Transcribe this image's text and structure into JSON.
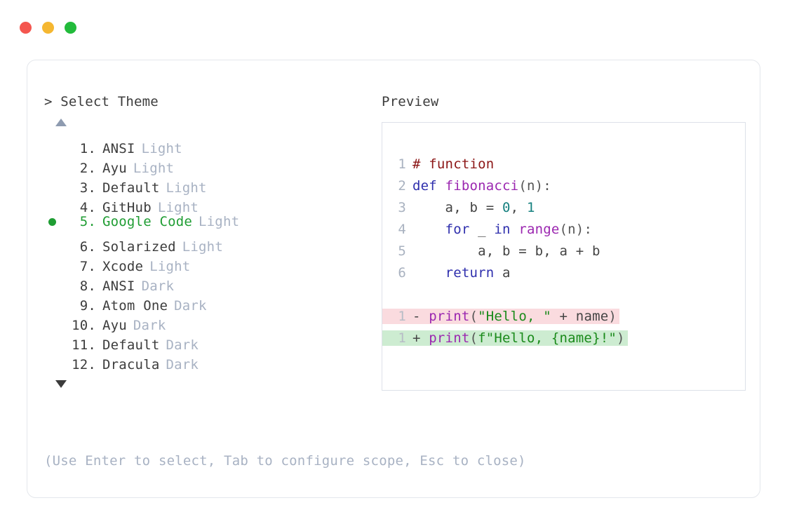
{
  "window": {
    "traffic_lights": [
      {
        "name": "close",
        "color": "#f4564f"
      },
      {
        "name": "minimize",
        "color": "#f5b731"
      },
      {
        "name": "maximize",
        "color": "#22bb3b"
      }
    ]
  },
  "selector": {
    "prompt_marker": ">",
    "prompt_title": "Select Theme",
    "scroll_up_glyph": "▲",
    "scroll_down_glyph": "▼",
    "selected_index": 5,
    "items": [
      {
        "index": "1.",
        "name": "ANSI",
        "variant": "Light",
        "selected": false
      },
      {
        "index": "2.",
        "name": "Ayu",
        "variant": "Light",
        "selected": false
      },
      {
        "index": "3.",
        "name": "Default",
        "variant": "Light",
        "selected": false
      },
      {
        "index": "4.",
        "name": "GitHub",
        "variant": "Light",
        "selected": false
      },
      {
        "index": "5.",
        "name": "Google Code",
        "variant": "Light",
        "selected": true
      },
      {
        "index": "6.",
        "name": "Solarized",
        "variant": "Light",
        "selected": false
      },
      {
        "index": "7.",
        "name": "Xcode",
        "variant": "Light",
        "selected": false
      },
      {
        "index": "8.",
        "name": "ANSI",
        "variant": "Dark",
        "selected": false
      },
      {
        "index": "9.",
        "name": "Atom One",
        "variant": "Dark",
        "selected": false
      },
      {
        "index": "10.",
        "name": "Ayu",
        "variant": "Dark",
        "selected": false
      },
      {
        "index": "11.",
        "name": "Default",
        "variant": "Dark",
        "selected": false
      },
      {
        "index": "12.",
        "name": "Dracula",
        "variant": "Dark",
        "selected": false
      }
    ],
    "hint": "(Use Enter to select, Tab to configure scope, Esc to close)"
  },
  "preview": {
    "title": "Preview",
    "code_lines": [
      {
        "number": "1",
        "tokens": [
          {
            "t": "# function",
            "c": "comment"
          }
        ]
      },
      {
        "number": "2",
        "tokens": [
          {
            "t": "def ",
            "c": "keyword"
          },
          {
            "t": "fibonacci",
            "c": "func"
          },
          {
            "t": "(n):",
            "c": "punct"
          }
        ]
      },
      {
        "number": "3",
        "tokens": [
          {
            "t": "    a, b = ",
            "c": "plain"
          },
          {
            "t": "0",
            "c": "number"
          },
          {
            "t": ", ",
            "c": "plain"
          },
          {
            "t": "1",
            "c": "number"
          }
        ]
      },
      {
        "number": "4",
        "tokens": [
          {
            "t": "    ",
            "c": "plain"
          },
          {
            "t": "for",
            "c": "keyword"
          },
          {
            "t": " _ ",
            "c": "plain"
          },
          {
            "t": "in",
            "c": "keyword"
          },
          {
            "t": " ",
            "c": "plain"
          },
          {
            "t": "range",
            "c": "func"
          },
          {
            "t": "(n):",
            "c": "punct"
          }
        ]
      },
      {
        "number": "5",
        "tokens": [
          {
            "t": "        a, b = b, a + b",
            "c": "plain"
          }
        ]
      },
      {
        "number": "6",
        "tokens": [
          {
            "t": "    ",
            "c": "plain"
          },
          {
            "t": "return",
            "c": "keyword"
          },
          {
            "t": " a",
            "c": "plain"
          }
        ]
      }
    ],
    "diff_lines": [
      {
        "number": "1",
        "marker": "-",
        "kind": "removed",
        "bg": "#fadbdf",
        "tokens": [
          {
            "t": "print",
            "c": "func"
          },
          {
            "t": "(",
            "c": "punct"
          },
          {
            "t": "\"Hello, \"",
            "c": "string"
          },
          {
            "t": " + name",
            "c": "plain"
          },
          {
            "t": ")",
            "c": "punct"
          }
        ]
      },
      {
        "number": "1",
        "marker": "+",
        "kind": "added",
        "bg": "#cdecd1",
        "tokens": [
          {
            "t": "print",
            "c": "func"
          },
          {
            "t": "(",
            "c": "punct"
          },
          {
            "t": "f\"Hello, {name}!\"",
            "c": "string"
          },
          {
            "t": ")",
            "c": "punct"
          }
        ]
      }
    ]
  },
  "theme_colors": {
    "accent_green": "#1f9d33",
    "muted": "#a8b2c3",
    "text": "#3c3c3c",
    "card_border": "#e4e7ec",
    "preview_border": "#dde1e9",
    "line_number": "#a9b2c0",
    "syntax_comment": "#8c1616",
    "syntax_keyword": "#2f2fad",
    "syntax_function": "#9b27b0",
    "syntax_number": "#15807f",
    "syntax_string": "#1a8a1a",
    "diff_removed_bg": "#fadbdf",
    "diff_added_bg": "#cdecd1"
  }
}
